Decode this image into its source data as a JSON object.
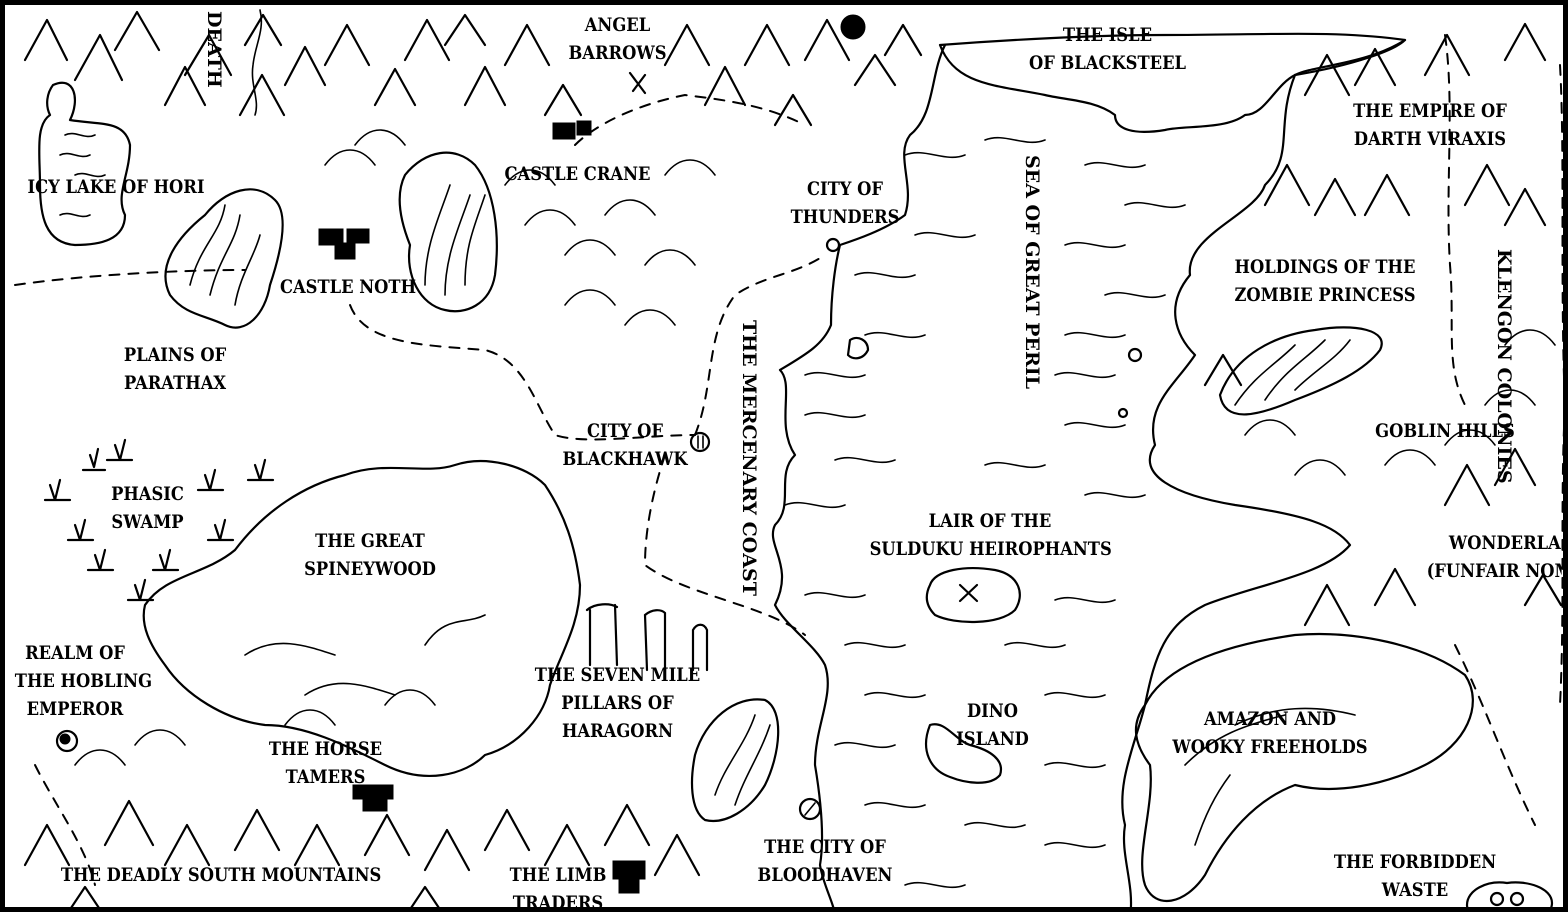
{
  "map": {
    "labels": {
      "death": "DEATH",
      "angel_barrows": [
        "ANGEL",
        "BARROWS"
      ],
      "isle_of_blacksteel": [
        "THE ISLE",
        "OF BLACKSTEEL"
      ],
      "empire_darth_viraxis": [
        "THE EMPIRE OF",
        "DARTH VIRAXIS"
      ],
      "icy_lake_of_hori": "ICY LAKE OF HORI",
      "castle_crane": "CASTLE CRANE",
      "city_of_thunders": [
        "CITY OF",
        "THUNDERS"
      ],
      "sea_of_great_peril": "SEA OF GREAT PERIL",
      "castle_noth": "CASTLE NOTH",
      "holdings_zombie_princess": [
        "HOLDINGS OF THE",
        "ZOMBIE PRINCESS"
      ],
      "klengon_colonies": [
        "KLENGON",
        "COLONIES"
      ],
      "plains_of_parathax": [
        "PLAINS OF",
        "PARATHAX"
      ],
      "the_mercenary_coast": "THE MERCENARY COAST",
      "goblin_hills": "GOBLIN HILLS",
      "city_of_blackhawk": [
        "CITY OF",
        "BLACKHAWK"
      ],
      "phasic_swamp": [
        "PHASIC",
        "SWAMP"
      ],
      "lair_sulduku": [
        "LAIR OF THE",
        "SULDUKU HEIROPHANTS"
      ],
      "wonderland": [
        "WONDERLAN",
        "(FUNFAIR NOM"
      ],
      "great_spineywood": [
        "THE GREAT",
        "SPINEYWOOD"
      ],
      "realm_hobling_emperor": [
        "REALM OF",
        "THE HOBLING",
        "EMPEROR"
      ],
      "seven_mile_pillars": [
        "THE SEVEN MILE",
        "PILLARS OF",
        "HARAGORN"
      ],
      "dino_island": [
        "DINO",
        "ISLAND"
      ],
      "amazon_wooky": [
        "AMAZON AND",
        "WOOKY FREEHOLDS"
      ],
      "horse_tamers": [
        "THE HORSE",
        "TAMERS"
      ],
      "city_of_bloodhaven": [
        "THE CITY OF",
        "BLOODHAVEN"
      ],
      "forbidden_waste": [
        "THE FORBIDDEN",
        "WASTE"
      ],
      "deadly_south_mountains": "THE DEADLY SOUTH MOUNTAINS",
      "limb_traders": [
        "THE LIMB",
        "TRADERS"
      ]
    },
    "colors": {
      "ink": "#000000",
      "paper": "#ffffff"
    }
  }
}
